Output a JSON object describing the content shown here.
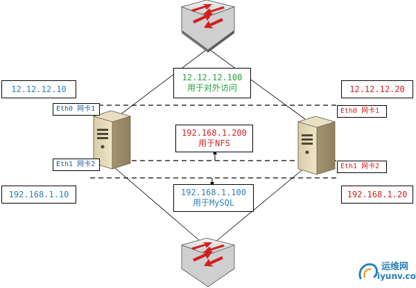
{
  "colors": {
    "green": "#1e9e3a",
    "blue": "#2a7fb8",
    "red": "#d02020",
    "tag_text": "#1f5fa8",
    "switch_red": "#d21f1f"
  },
  "left_server": {
    "ip_eth0": "12.12.12.10",
    "eth0_label": "Eth0 网卡1",
    "eth1_label": "Eth1 网卡2",
    "ip_eth1": "192.168.1.10"
  },
  "right_server": {
    "ip_eth0": "12.12.12.20",
    "eth0_label": "Eth0 网卡1",
    "eth1_label": "Eth1 网卡2",
    "ip_eth1": "192.168.1.20"
  },
  "center": {
    "external": {
      "ip": "12.12.12.100",
      "purpose": "用于对外访问"
    },
    "nfs": {
      "ip": "192.168.1.200",
      "purpose": "用于NFS"
    },
    "mysql": {
      "ip": "192.168.1.100",
      "purpose": "用于MySQL"
    }
  },
  "watermark": {
    "cn": "运维网",
    "en": "iyunv.com"
  }
}
